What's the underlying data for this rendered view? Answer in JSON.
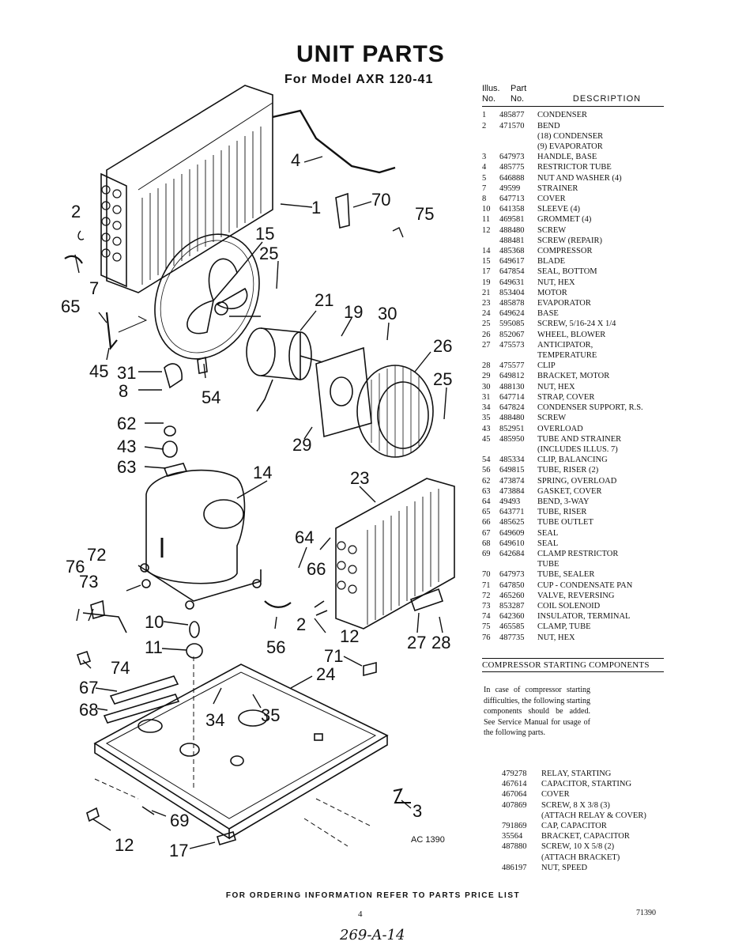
{
  "header": {
    "title": "UNIT PARTS",
    "subtitle": "For Model AXR 120-41"
  },
  "table": {
    "head_illus": "Illus.",
    "head_part": "Part",
    "head_no1": "No.",
    "head_no2": "No.",
    "head_desc": "DESCRIPTION",
    "rows": [
      [
        "1",
        "485877",
        "Condenser"
      ],
      [
        "2",
        "471570",
        "Bend"
      ],
      [
        "",
        "",
        "(18) Condenser"
      ],
      [
        "",
        "",
        "(9) Evaporator"
      ],
      [
        "3",
        "647973",
        "Handle, Base"
      ],
      [
        "4",
        "485775",
        "Restrictor Tube"
      ],
      [
        "5",
        "646888",
        "Nut and Washer (4)"
      ],
      [
        "7",
        "49599",
        "Strainer"
      ],
      [
        "8",
        "647713",
        "Cover"
      ],
      [
        "10",
        "641358",
        "Sleeve (4)"
      ],
      [
        "11",
        "469581",
        "Grommet (4)"
      ],
      [
        "12",
        "488480",
        "Screw"
      ],
      [
        "",
        "488481",
        "Screw (Repair)"
      ],
      [
        "14",
        "485368",
        "Compressor"
      ],
      [
        "15",
        "649617",
        "Blade"
      ],
      [
        "17",
        "647854",
        "Seal, Bottom"
      ],
      [
        "19",
        "649631",
        "Nut, Hex"
      ],
      [
        "21",
        "853404",
        "Motor"
      ],
      [
        "23",
        "485878",
        "Evaporator"
      ],
      [
        "24",
        "649624",
        "Base"
      ],
      [
        "25",
        "595085",
        "Screw, 5/16-24 x 1/4"
      ],
      [
        "26",
        "852067",
        "Wheel, Blower"
      ],
      [
        "27",
        "475573",
        "Anticipator,"
      ],
      [
        "",
        "",
        "Temperature"
      ],
      [
        "28",
        "475577",
        "Clip"
      ],
      [
        "29",
        "649812",
        "Bracket, Motor"
      ],
      [
        "30",
        "488130",
        "Nut, Hex"
      ],
      [
        "31",
        "647714",
        "Strap, Cover"
      ],
      [
        "34",
        "647824",
        "Condenser Support, R.S."
      ],
      [
        "35",
        "488480",
        "Screw"
      ],
      [
        "43",
        "852951",
        "Overload"
      ],
      [
        "45",
        "485950",
        "Tube and Strainer"
      ],
      [
        "",
        "",
        "(Includes Illus. 7)"
      ],
      [
        "54",
        "485334",
        "Clip, Balancing"
      ],
      [
        "56",
        "649815",
        "Tube, Riser (2)"
      ],
      [
        "62",
        "473874",
        "Spring, Overload"
      ],
      [
        "63",
        "473884",
        "Gasket, Cover"
      ],
      [
        "64",
        "49493",
        "Bend, 3-Way"
      ],
      [
        "65",
        "643771",
        "Tube, Riser"
      ],
      [
        "66",
        "485625",
        "Tube Outlet"
      ],
      [
        "67",
        "649609",
        "Seal"
      ],
      [
        "68",
        "649610",
        "Seal"
      ],
      [
        "69",
        "642684",
        "Clamp Restrictor"
      ],
      [
        "",
        "",
        "Tube"
      ],
      [
        "70",
        "647973",
        "Tube, Sealer"
      ],
      [
        "71",
        "647850",
        "Cup - Condensate Pan"
      ],
      [
        "72",
        "465260",
        "Valve, Reversing"
      ],
      [
        "73",
        "853287",
        "Coil Solenoid"
      ],
      [
        "74",
        "642360",
        "Insulator, Terminal"
      ],
      [
        "75",
        "465585",
        "Clamp, Tube"
      ],
      [
        "76",
        "487735",
        "Nut, Hex"
      ]
    ]
  },
  "compressor": {
    "title": "Compressor Starting Components",
    "note": "In case of compressor starting difficulties, the following starting components should be added. See Service Manual for usage of the following parts.",
    "rows": [
      [
        "479278",
        "Relay, Starting"
      ],
      [
        "467614",
        "Capacitor, Starting"
      ],
      [
        "467064",
        "Cover"
      ],
      [
        "407869",
        "Screw, 8 x 3/8 (3)"
      ],
      [
        "",
        "(Attach Relay & Cover)"
      ],
      [
        "791869",
        "Cap, Capacitor"
      ],
      [
        "35564",
        "Bracket, Capacitor"
      ],
      [
        "487880",
        "Screw, 10 x 5/8 (2)"
      ],
      [
        "",
        "(Attach Bracket)"
      ],
      [
        "486197",
        "Nut, Speed"
      ]
    ]
  },
  "diagram": {
    "code": "AC 1390",
    "callouts": [
      "1",
      "2",
      "2",
      "3",
      "4",
      "7",
      "8",
      "10",
      "11",
      "12",
      "12",
      "14",
      "15",
      "17",
      "19",
      "21",
      "23",
      "24",
      "25",
      "25",
      "26",
      "27",
      "28",
      "29",
      "30",
      "31",
      "34",
      "35",
      "43",
      "45",
      "54",
      "56",
      "62",
      "63",
      "64",
      "65",
      "66",
      "67",
      "68",
      "69",
      "70",
      "71",
      "72",
      "73",
      "74",
      "75",
      "76"
    ]
  },
  "footer": {
    "ordering": "FOR ORDERING INFORMATION REFER TO PARTS PRICE LIST",
    "page": "4",
    "code": "71390",
    "handwritten": "269-A-14"
  }
}
